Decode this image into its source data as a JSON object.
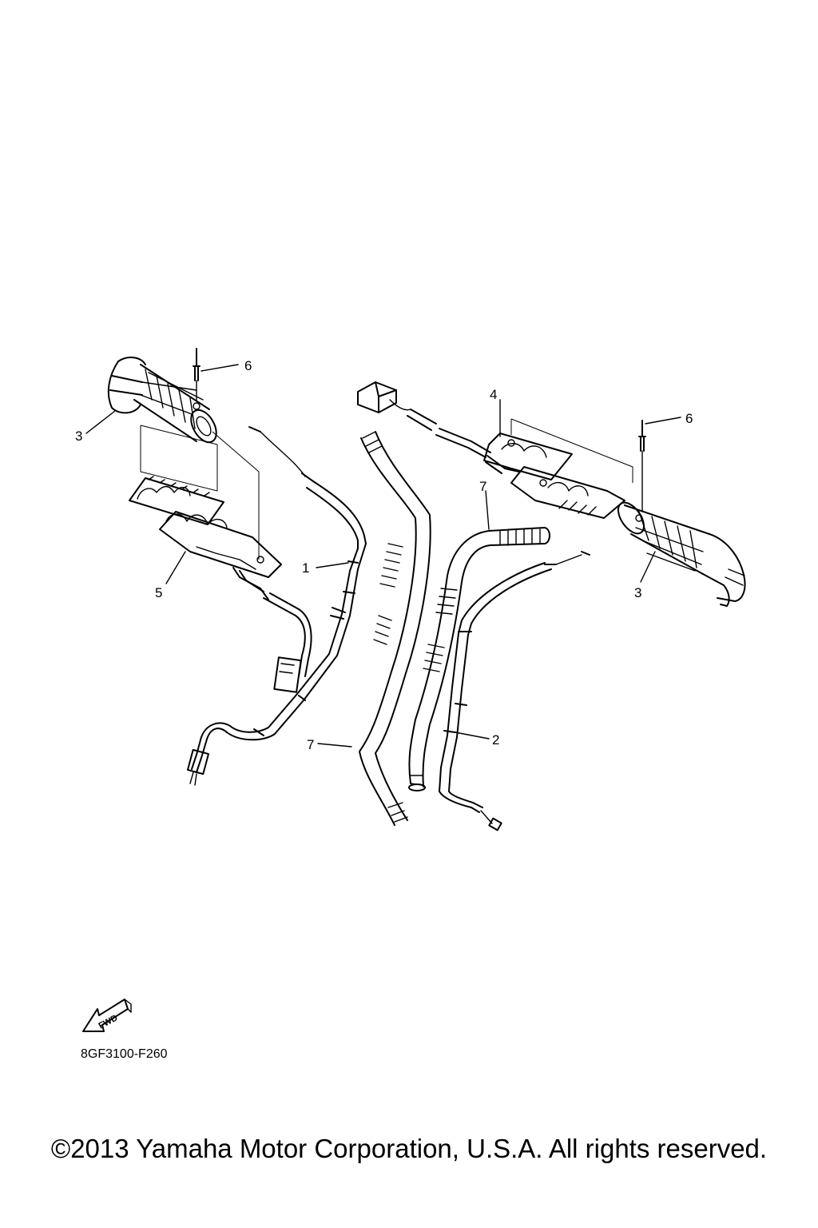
{
  "callouts": {
    "c1": "1",
    "c2": "2",
    "c3_left": "3",
    "c3_right": "3",
    "c4": "4",
    "c5": "5",
    "c6_left": "6",
    "c6_right": "6",
    "c7_top": "7",
    "c7_bottom": "7"
  },
  "fwd_label": "FWD",
  "diagram_code": "8GF3100-F260",
  "copyright": "©2013 Yamaha Motor Corporation, U.S.A. All rights reserved."
}
